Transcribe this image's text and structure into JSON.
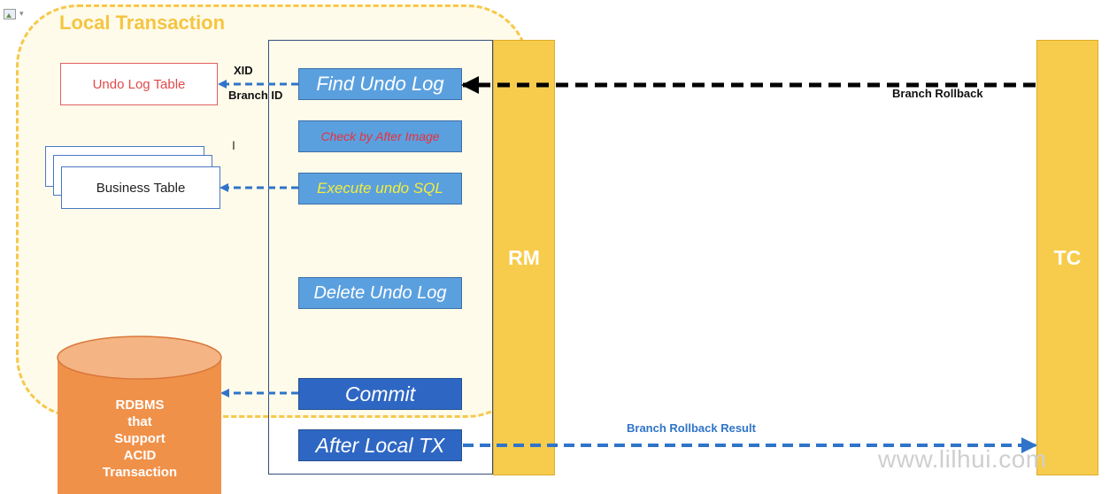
{
  "window": {
    "broken_image_icon": "broken-image-icon",
    "dropdown_caret": "▾",
    "text_cursor": "I"
  },
  "local_transaction": {
    "title": "Local Transaction",
    "border_color": "#f6c84a",
    "fill_color": "#fffbea"
  },
  "undo_log_table": {
    "label": "Undo Log Table",
    "text_color": "#e04a4a"
  },
  "business_table": {
    "label": "Business Table"
  },
  "labels": {
    "xid": "XID",
    "branch_id": "Branch ID",
    "branch_rollback": "Branch Rollback",
    "branch_rollback_result": "Branch Rollback Result"
  },
  "steps": [
    {
      "label": "Find Undo Log",
      "text_color": "#ffffff"
    },
    {
      "label": "Check by After Image",
      "text_color": "#e8313c"
    },
    {
      "label": "Execute undo SQL",
      "text_color": "#f5ec3a"
    },
    {
      "label": "Delete Undo Log",
      "text_color": "#ffffff"
    },
    {
      "label": "Commit",
      "text_color": "#ffffff"
    },
    {
      "label": "After Local TX",
      "text_color": "#ffffff"
    }
  ],
  "components": {
    "rm": "RM",
    "tc": "TC",
    "bar_color": "#f7cc4c"
  },
  "database": {
    "label_lines": [
      "RDBMS",
      "that",
      "Support",
      "ACID",
      "Transaction"
    ],
    "color": "#f0914a"
  },
  "arrow_colors": {
    "rollback": "#000000",
    "local": "#2f74c9"
  },
  "watermark": "www.lilhui.com"
}
